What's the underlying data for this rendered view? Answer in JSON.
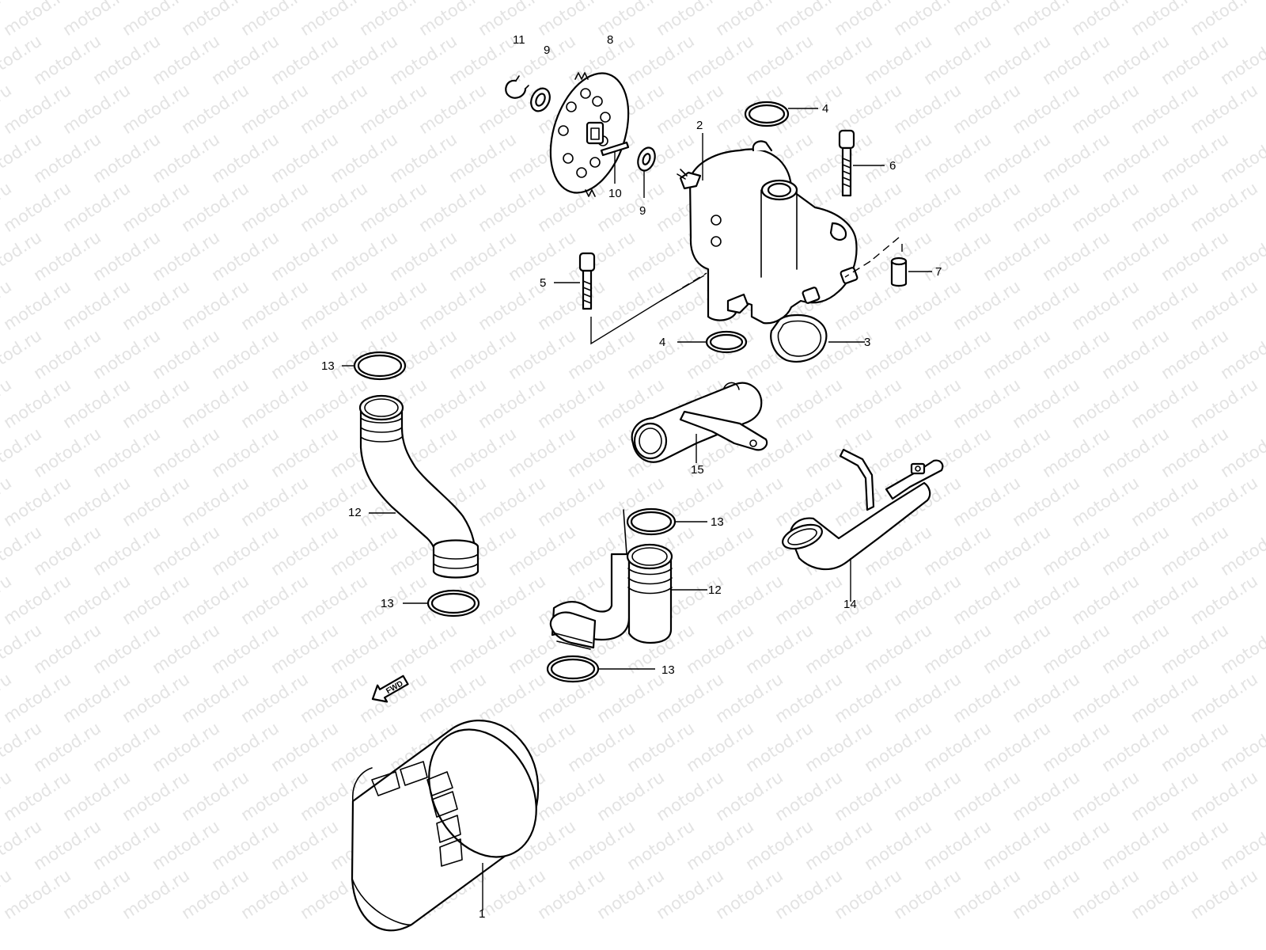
{
  "watermark": "motod.ru",
  "fwd_label": "FWD",
  "callouts": {
    "c1": "1",
    "c2": "2",
    "c3": "3",
    "c4a": "4",
    "c4b": "4",
    "c5": "5",
    "c6": "6",
    "c7": "7",
    "c8": "8",
    "c9a": "9",
    "c9b": "9",
    "c10": "10",
    "c11": "11",
    "c12a": "12",
    "c12b": "12",
    "c13a": "13",
    "c13b": "13",
    "c13c": "13",
    "c13d": "13",
    "c14": "14",
    "c15": "15"
  },
  "colors": {
    "line": "#000000",
    "background": "#ffffff",
    "watermark": "#e3e3e3"
  }
}
